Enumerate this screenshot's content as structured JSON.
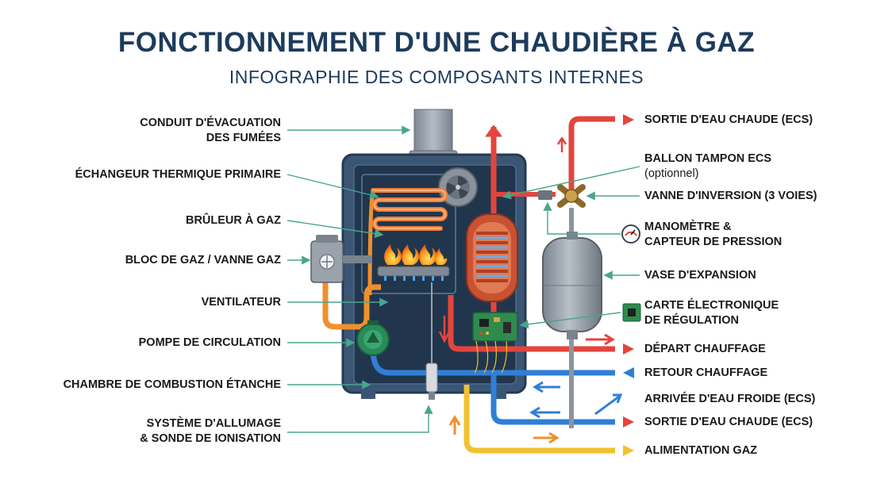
{
  "title": "FONCTIONNEMENT D'UNE CHAUDIÈRE À GAZ",
  "subtitle": "INFOGRAPHIE DES COMPOSANTS INTERNES",
  "colors": {
    "hot": "#e2453c",
    "cold": "#2f7fd6",
    "gas": "#f2c12e",
    "orange": "#f0902c",
    "teal": "#4aa58c",
    "navy": "#1d3b5c",
    "casing": "#3b5675"
  },
  "labels_left": {
    "flue_1": "CONDUIT D'ÉVACUATION",
    "flue_2": "DES FUMÉES",
    "heat_exchanger": "ÉCHANGEUR THERMIQUE PRIMAIRE",
    "burner": "BRÛLEUR À GAZ",
    "gas_valve": "BLOC DE GAZ / VANNE GAZ",
    "fan": "VENTILATEUR",
    "pump": "POMPE DE CIRCULATION",
    "chamber": "CHAMBRE DE COMBUSTION ÉTANCHE",
    "ignition_1": "SYSTÈME D'ALLUMAGE",
    "ignition_2": "& SONDE DE IONISATION"
  },
  "labels_right": {
    "dhw_out_top": "SORTIE D'EAU CHAUDE (ECS)",
    "buffer_1": "BALLON TAMPON ECS",
    "buffer_2": "(optionnel)",
    "diverter": "VANNE D'INVERSION (3 VOIES)",
    "gauge_1": "MANOMÈTRE &",
    "gauge_2": "CAPTEUR DE PRESSION",
    "expansion": "VASE D'EXPANSION",
    "board_1": "CARTE ÉLECTRONIQUE",
    "board_2": "DE RÉGULATION",
    "heating_out": "DÉPART CHAUFFAGE",
    "heating_return": "RETOUR CHAUFFAGE",
    "cold_in": "ARRIVÉE D'EAU FROIDE (ECS)",
    "dhw_out_bottom": "SORTIE D'EAU CHAUDE (ECS)",
    "gas_supply": "ALIMENTATION GAZ"
  },
  "icons": [
    "flame-icon",
    "fan-icon",
    "gauge-icon",
    "circuit-board-icon",
    "pump-icon",
    "valve-icon",
    "arrow-icon"
  ]
}
